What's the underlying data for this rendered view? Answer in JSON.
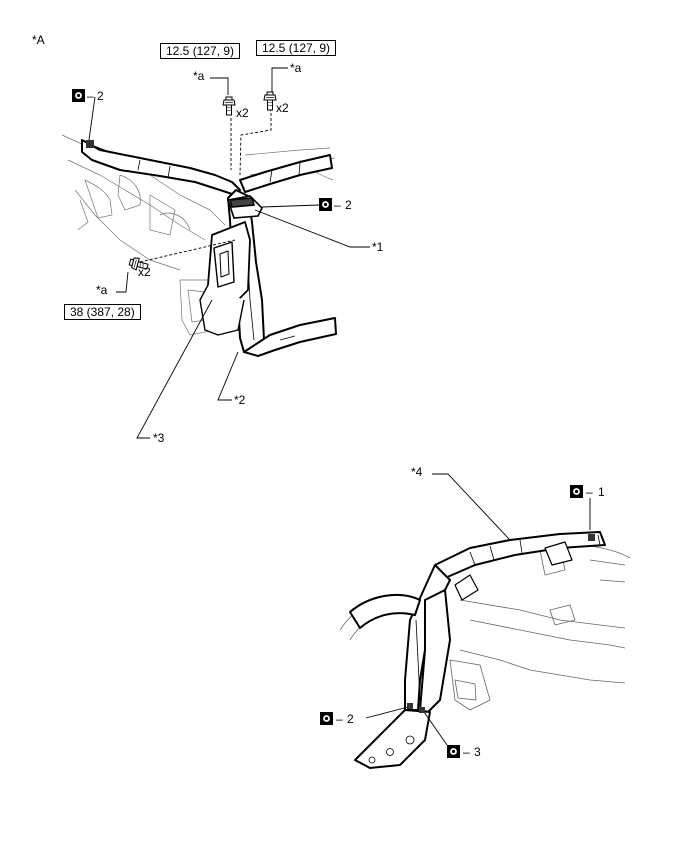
{
  "view_label": "*A",
  "torques": {
    "left_bolt": "12.5 (127, 9)",
    "right_bolt": "12.5 (127, 9)",
    "lower_bolt": "38 (387, 28)"
  },
  "bolt_marks": {
    "a1": "*a",
    "a2": "*a",
    "a3": "*a",
    "qty1": "x2",
    "qty2": "x2",
    "qty3": "x2"
  },
  "callouts": {
    "c1": "*1",
    "c2": "*2",
    "c3": "*3",
    "c4": "*4"
  },
  "weld_marks": {
    "top_left": "2",
    "right_mid": "2",
    "upper_right": "1",
    "bottom_left": "2",
    "bottom_right": "3"
  },
  "weld_dash": "–"
}
